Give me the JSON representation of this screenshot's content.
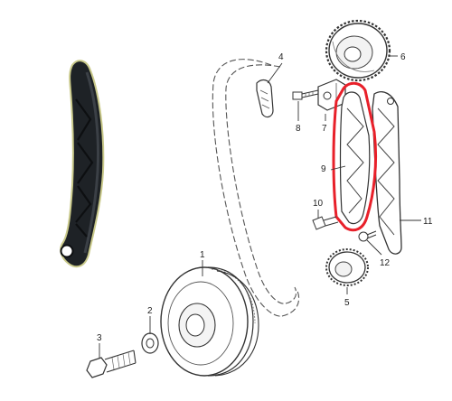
{
  "callouts": {
    "n1": "1",
    "n2": "2",
    "n3": "3",
    "n4": "4",
    "n5": "5",
    "n6": "6",
    "n7": "7",
    "n8": "8",
    "n9": "9",
    "n10": "10",
    "n11": "11",
    "n12": "12"
  },
  "highlight": {
    "part": "9",
    "color": "#e8202a"
  },
  "colors": {
    "photo_part": "#1e2226",
    "photo_edge": "#c9c98a",
    "line_art": "#4a4a4a"
  }
}
